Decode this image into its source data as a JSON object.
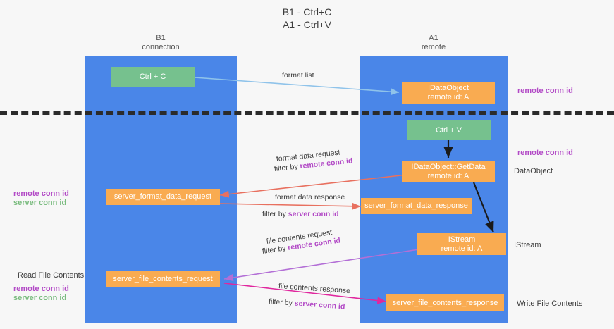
{
  "title": {
    "line1": "B1 - Ctrl+C",
    "line2": "A1 - Ctrl+V"
  },
  "lanes": [
    {
      "id": "b1",
      "title": "B1\nconnection",
      "color": "#4a86e8"
    },
    {
      "id": "a1",
      "title": "A1\nremote",
      "color": "#4a86e8"
    }
  ],
  "nodes": {
    "ctrl_c": {
      "line1": "Ctrl + C",
      "line2": "",
      "color": "#76c18e"
    },
    "idataobject": {
      "line1": "IDataObject",
      "line2": "remote id: A",
      "color": "#f9ab51"
    },
    "ctrl_v": {
      "line1": "Ctrl + V",
      "line2": "",
      "color": "#76c18e"
    },
    "getdata": {
      "line1": "IDataObject::GetData",
      "line2": "remote id: A",
      "color": "#f9ab51"
    },
    "fmt_request": {
      "line1": "server_format_data_request",
      "line2": "",
      "color": "#f9ab51"
    },
    "fmt_response": {
      "line1": "server_format_data_response",
      "line2": "",
      "color": "#f9ab51"
    },
    "istream": {
      "line1": "IStream",
      "line2": "remote id: A",
      "color": "#f9ab51"
    },
    "file_request": {
      "line1": "server_file_contents_request",
      "line2": "",
      "color": "#f9ab51"
    },
    "file_response": {
      "line1": "server_file_contents_response",
      "line2": "",
      "color": "#f9ab51"
    }
  },
  "arrow_labels": {
    "format_list": "format list",
    "format_data_request": "format data request",
    "format_data_request_filter_pre": "filter by ",
    "format_data_request_filter_key": "remote conn id",
    "format_data_response": "format data response",
    "format_data_response_filter_pre": "filter by ",
    "format_data_response_filter_key": "server conn id",
    "file_contents_request": "file contents request",
    "file_contents_request_filter_pre": "filter by ",
    "file_contents_request_filter_key": "remote conn id",
    "file_contents_response": "file contents response",
    "file_contents_response_filter_pre": "filter by ",
    "file_contents_response_filter_key": "server conn id"
  },
  "side_labels": {
    "right_remote_conn_top": "remote conn id",
    "right_remote_conn_mid": "remote conn id",
    "right_dataobject": "DataObject",
    "right_istream": "IStream",
    "right_write_file": "Write File Contents",
    "left_remote_conn": "remote conn id",
    "left_server_conn": "server conn id",
    "left_read_file": "Read File Contents",
    "left_remote_conn2": "remote conn id",
    "left_server_conn2": "server conn id"
  },
  "colors": {
    "lane": "#4a86e8",
    "green_node": "#76c18e",
    "orange_node": "#f9ab51",
    "purple": "#b249c6",
    "green_text": "#79bb7e",
    "divider": "#2b2b2b",
    "arrow_blue": "#8fc3ea",
    "arrow_red": "#e8705f",
    "arrow_black": "#1a1a1a",
    "arrow_magenta": "#e0279e",
    "arrow_violet": "#b36fd6"
  }
}
